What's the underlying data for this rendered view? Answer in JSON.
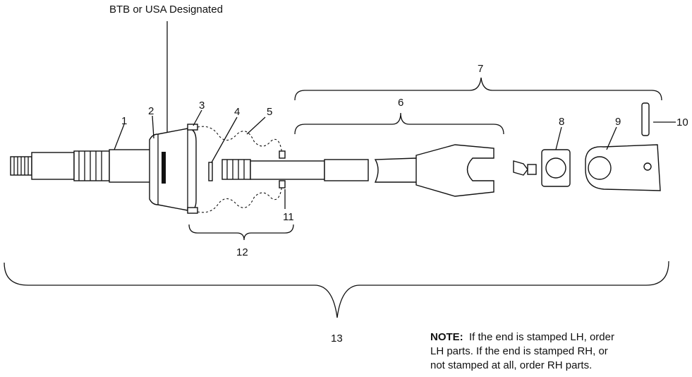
{
  "designation_label": "BTB or USA Designated",
  "callouts": [
    {
      "id": "1",
      "text": "1"
    },
    {
      "id": "2",
      "text": "2"
    },
    {
      "id": "3",
      "text": "3"
    },
    {
      "id": "4",
      "text": "4"
    },
    {
      "id": "5",
      "text": "5"
    },
    {
      "id": "6",
      "text": "6"
    },
    {
      "id": "7",
      "text": "7"
    },
    {
      "id": "8",
      "text": "8"
    },
    {
      "id": "9",
      "text": "9"
    },
    {
      "id": "10",
      "text": "10"
    },
    {
      "id": "11",
      "text": "11"
    },
    {
      "id": "12",
      "text": "12"
    },
    {
      "id": "13",
      "text": "13"
    }
  ],
  "note": {
    "heading": "NOTE:",
    "line1": "If the end is stamped LH, order",
    "line2": "LH parts.  If the end is stamped RH, or",
    "line3": "not stamped at all, order RH parts."
  }
}
